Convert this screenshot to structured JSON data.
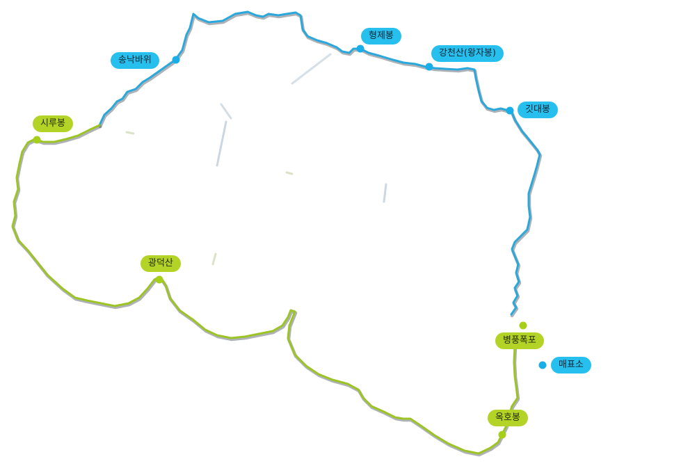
{
  "colors": {
    "blue_route": "#2aa8dc",
    "green_route": "#9dc425",
    "blue_label": "#27c0ee",
    "green_label": "#b3d327",
    "blue_marker": "#1aaee8",
    "green_marker": "#a6cf1a"
  },
  "labels": {
    "songnak": "송낙바위",
    "hyeongje": "형제봉",
    "gangcheon": "강천산(왕자봉)",
    "gitdae": "깃대봉",
    "siru": "시루봉",
    "gwangdeok": "광덕산",
    "byeongpung": "병풍폭포",
    "maepyo": "매표소",
    "okho": "옥호봉"
  }
}
